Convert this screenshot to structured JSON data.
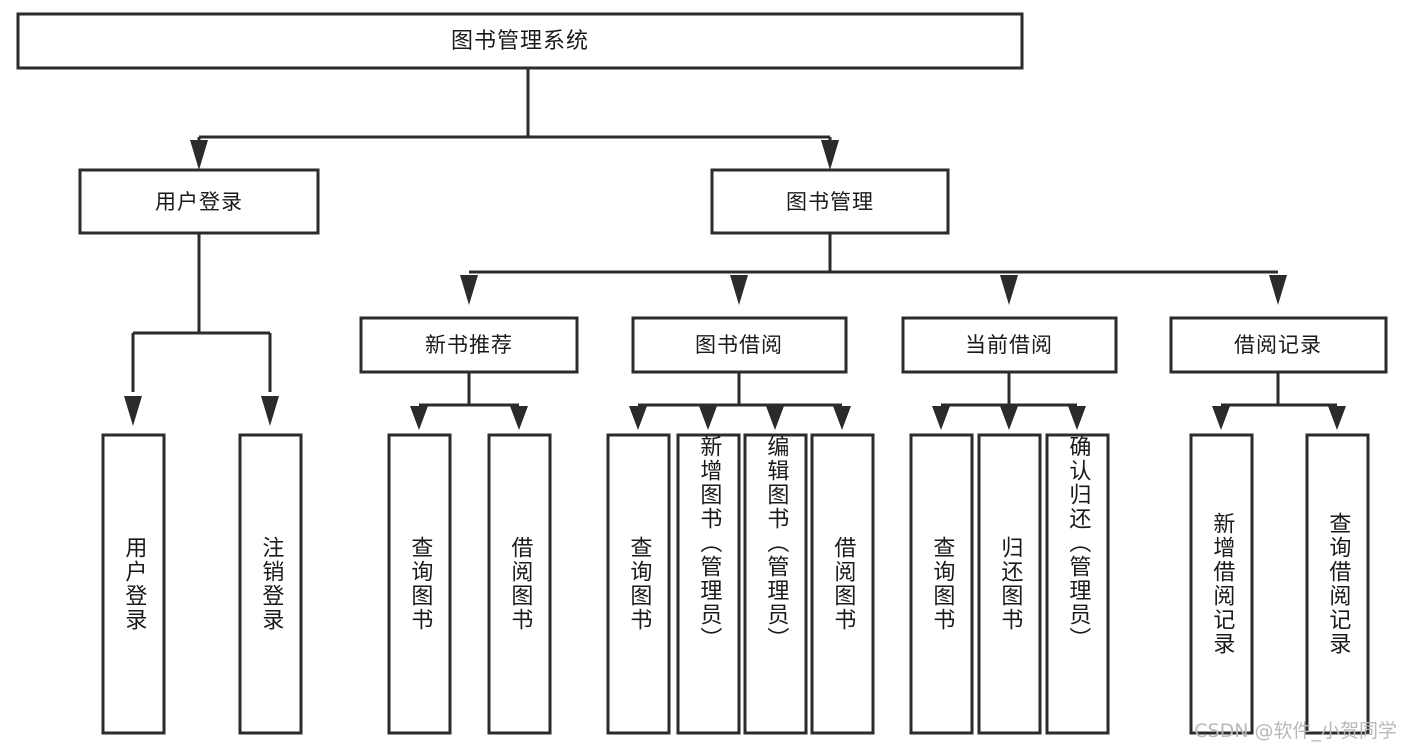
{
  "diagram": {
    "title": "图书管理系统",
    "type": "hierarchy-tree",
    "watermark": "CSDN @软件_小贺同学",
    "colors": {
      "stroke": "#2b2b2b",
      "box_fill": "#ffffff",
      "text": "#1a1a1a",
      "background": "#ffffff",
      "watermark": "#b9b9b9"
    },
    "root": {
      "label": "图书管理系统"
    },
    "level2": [
      {
        "id": "user-login",
        "label": "用户登录"
      },
      {
        "id": "book-manage",
        "label": "图书管理"
      }
    ],
    "level3": [
      {
        "id": "new-book-recommend",
        "label": "新书推荐",
        "parent": "book-manage"
      },
      {
        "id": "book-borrow",
        "label": "图书借阅",
        "parent": "book-manage"
      },
      {
        "id": "current-borrow",
        "label": "当前借阅",
        "parent": "book-manage"
      },
      {
        "id": "borrow-record",
        "label": "借阅记录",
        "parent": "book-manage"
      }
    ],
    "leaves": {
      "user-login": [
        {
          "id": "leaf-user-login",
          "label": "用户登录"
        },
        {
          "id": "leaf-logout",
          "label": "注销登录"
        }
      ],
      "new-book-recommend": [
        {
          "id": "leaf-query-book-1",
          "label": "查询图书"
        },
        {
          "id": "leaf-borrow-book-1",
          "label": "借阅图书"
        }
      ],
      "book-borrow": [
        {
          "id": "leaf-query-book-2",
          "label": "查询图书"
        },
        {
          "id": "leaf-add-book",
          "label": "新增图书（管理员）"
        },
        {
          "id": "leaf-edit-book",
          "label": "编辑图书（管理员）"
        },
        {
          "id": "leaf-borrow-book-2",
          "label": "借阅图书"
        }
      ],
      "current-borrow": [
        {
          "id": "leaf-query-book-3",
          "label": "查询图书"
        },
        {
          "id": "leaf-return-book",
          "label": "归还图书"
        },
        {
          "id": "leaf-confirm-return",
          "label": "确认归还（管理员）"
        }
      ],
      "borrow-record": [
        {
          "id": "leaf-add-record",
          "label": "新增借阅记录"
        },
        {
          "id": "leaf-query-record",
          "label": "查询借阅记录"
        }
      ]
    }
  }
}
